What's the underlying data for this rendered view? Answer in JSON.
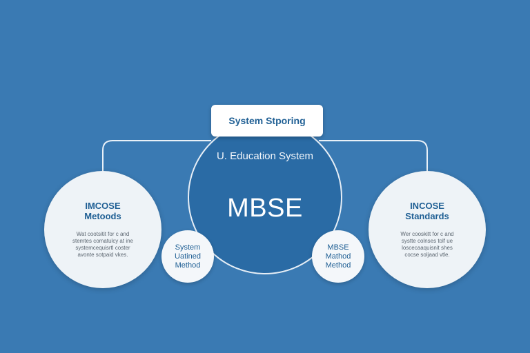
{
  "colors": {
    "background": "#3a7ab3",
    "center_fill": "#2a6ba5",
    "accent_text": "#1f5f94",
    "node_fill": "#eef3f7"
  },
  "top_label": "System Stporing",
  "center": {
    "subtitle": "U. Education System",
    "title": "MBSE"
  },
  "left_node": {
    "title_lines": [
      "IMCOSE",
      "Metoods"
    ],
    "body_lines": [
      "Wat cootsitit for c and",
      "stemtes comatulcy at ine",
      "systemcequisrtl coster",
      "avonte sotpaid vkes."
    ]
  },
  "right_node": {
    "title_lines": [
      "INCOSE",
      "Standards"
    ],
    "body_lines": [
      "Wer cooskitt for c and",
      "systte colnses tolf ue",
      "loscecaaquisnit shes",
      "cocse soljaad vtle."
    ]
  },
  "small_left": {
    "lines": [
      "System",
      "Uatined",
      "Method"
    ]
  },
  "small_right": {
    "lines": [
      "MBSE",
      "Mathod",
      "Method"
    ]
  }
}
